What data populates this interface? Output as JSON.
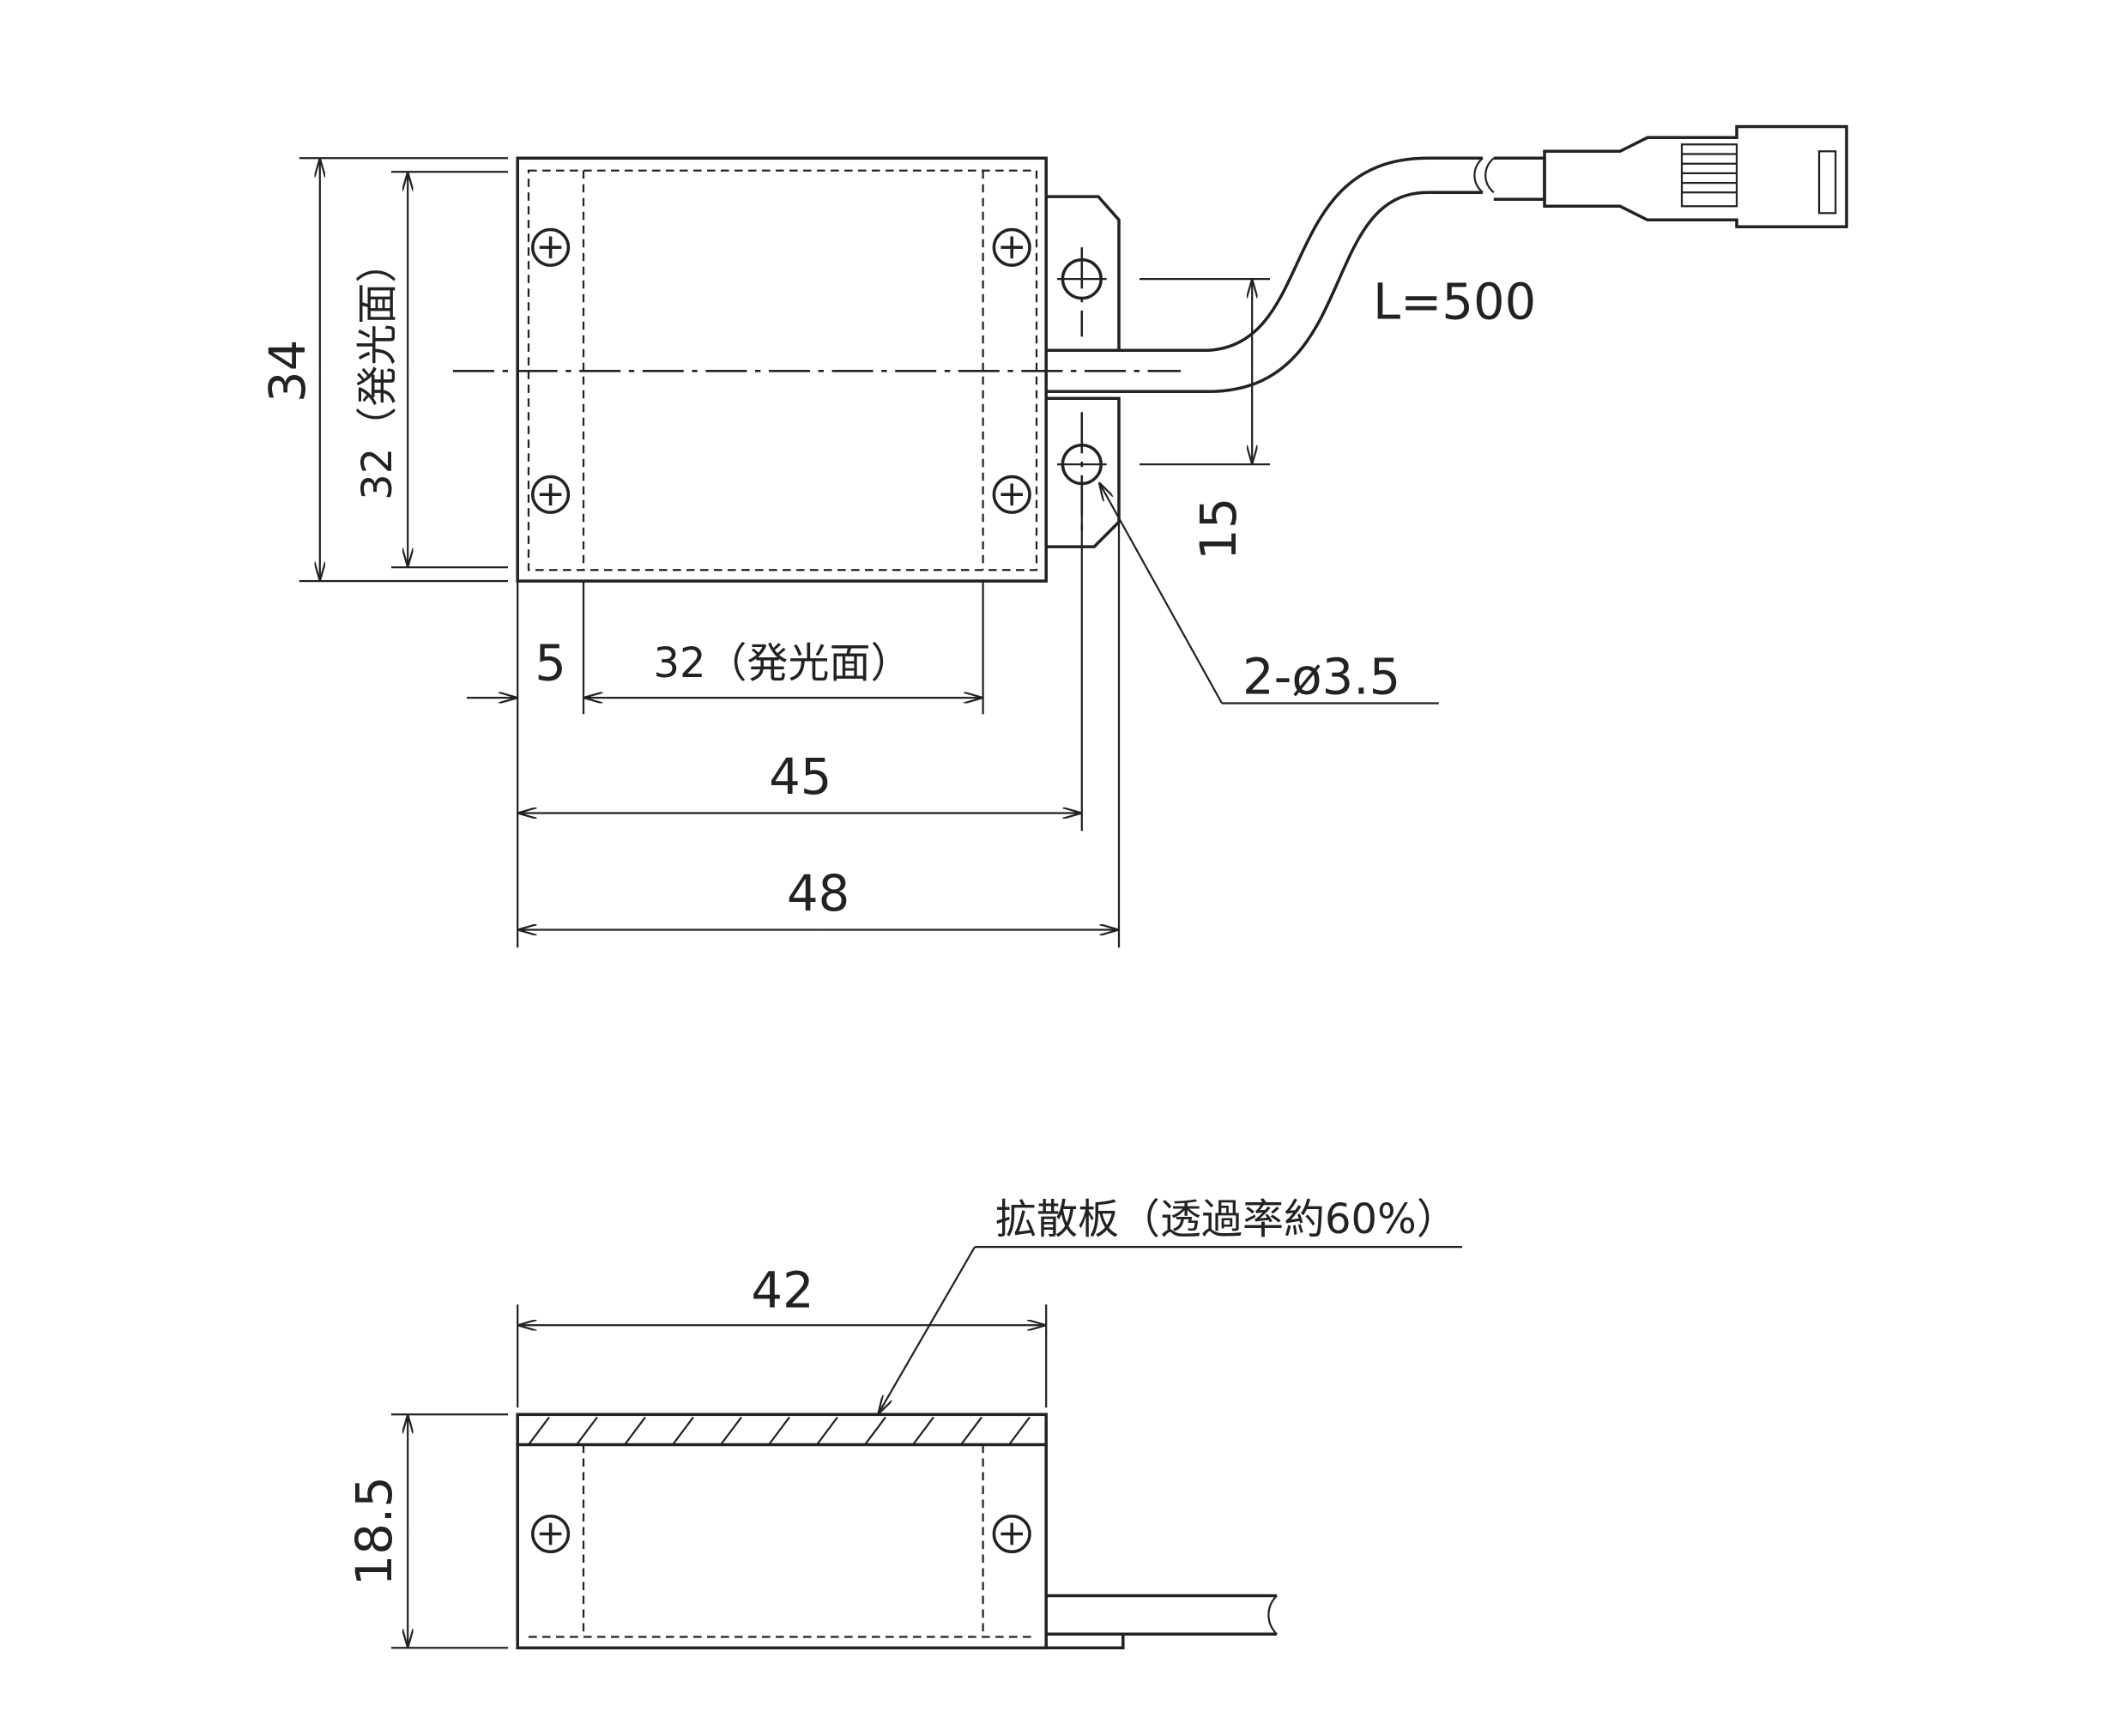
{
  "top_view": {
    "dim_height_total": "34",
    "dim_height_emitting": "32（発光面）",
    "dim_offset": "5",
    "dim_width_emitting": "32（発光面）",
    "dim_hole_pitch_x": "45",
    "dim_width_total": "48",
    "cable_length": "L=500",
    "dim_hole_pitch_y": "15",
    "hole_spec": "2-ø3.5"
  },
  "side_view": {
    "diffuser_label": "拡散板（透過率約60%）",
    "dim_width": "42",
    "dim_height": "18.5"
  }
}
